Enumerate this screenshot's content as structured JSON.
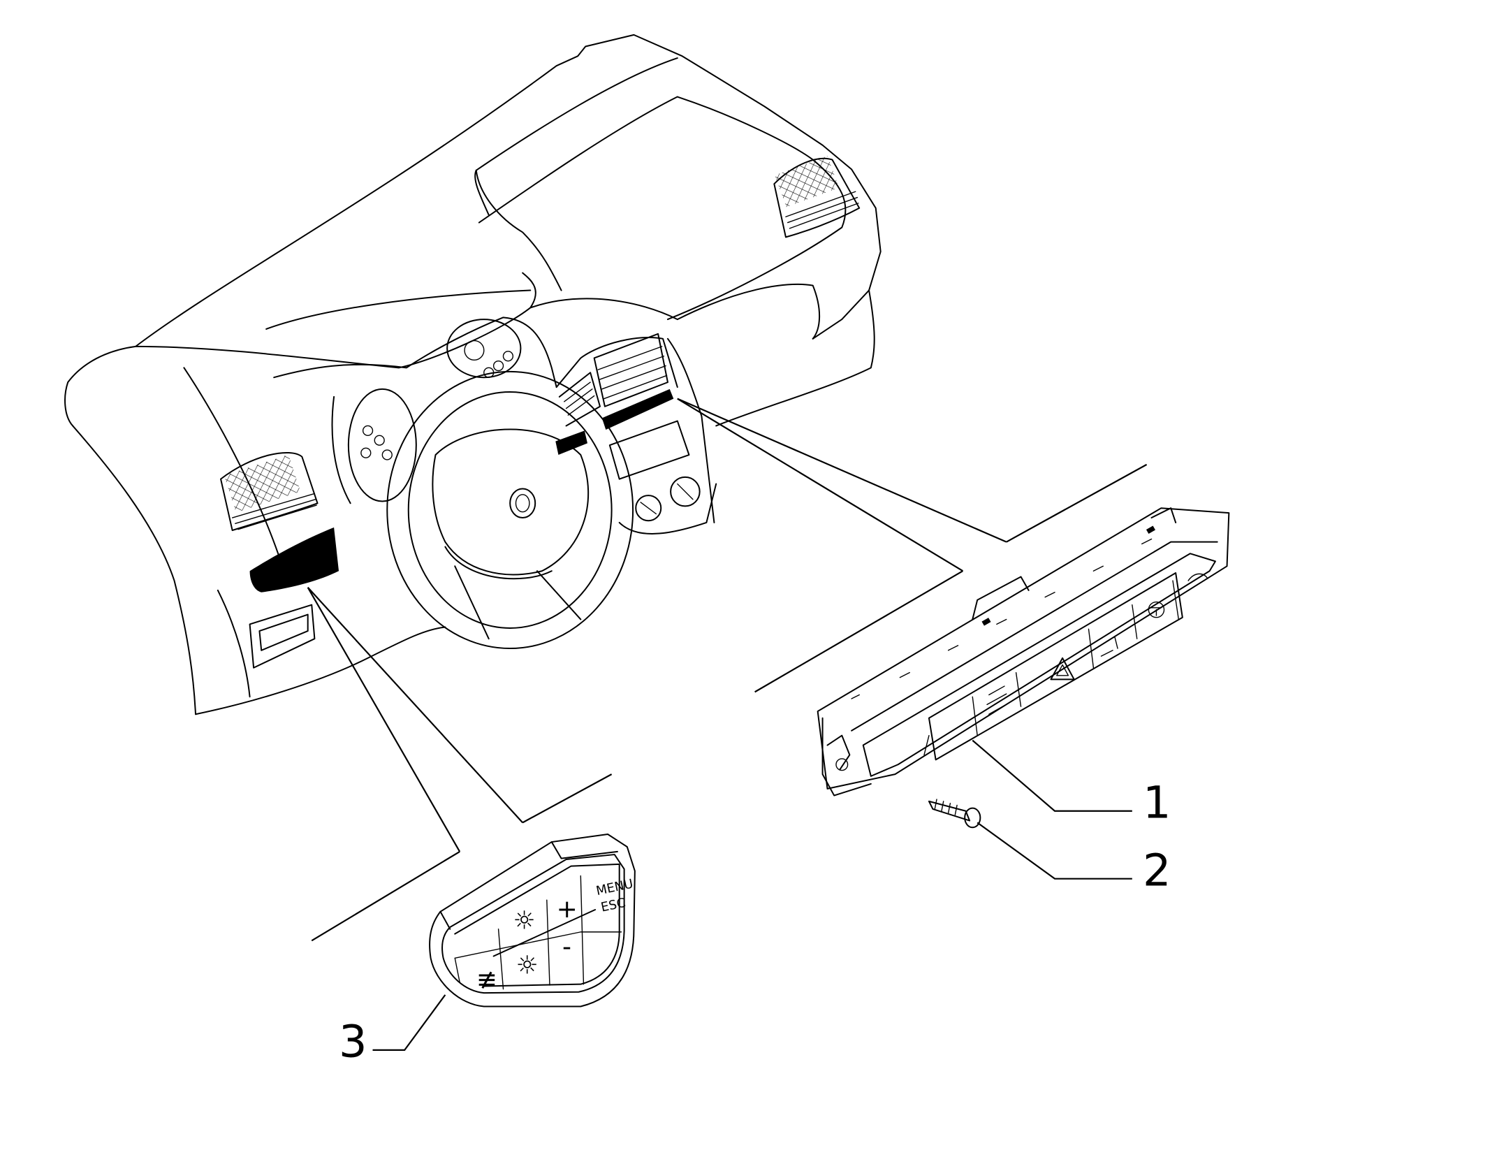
{
  "callouts": [
    {
      "id": "1",
      "label": "1"
    },
    {
      "id": "2",
      "label": "2"
    },
    {
      "id": "3",
      "label": "3"
    }
  ],
  "module3": {
    "menu_text": "MENU",
    "esc_text": "ESC",
    "plus_text": "+",
    "minus_text": "-"
  },
  "icons": [
    "steering-wheel-icon",
    "hazard-triangle-icon",
    "fog-light-icon",
    "headlight-icon"
  ]
}
